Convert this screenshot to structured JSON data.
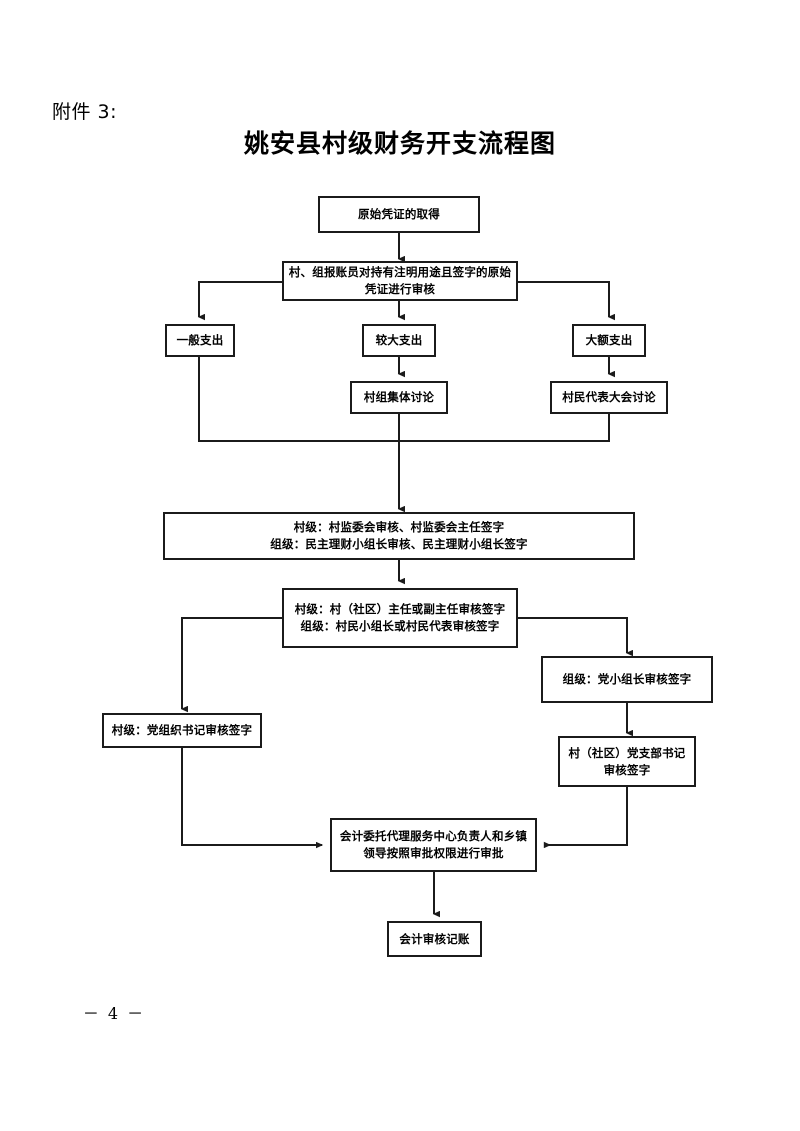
{
  "document": {
    "attachment_label": "附件 3:",
    "title": "姚安县村级财务开支流程图",
    "page_number": "－ 4 －"
  },
  "flowchart": {
    "nodes": {
      "origin_voucher": "原始凭证的取得",
      "reviewer_check": "村、组报账员对持有注明用途且签字的原始\n凭证进行审核",
      "general_expense": "一般支出",
      "large_expense": "较大支出",
      "big_amount_expense": "大额支出",
      "village_group_discussion": "村组集体讨论",
      "villager_congress_discussion": "村民代表大会讨论",
      "supervision_review": "村级：村监委会审核、村监委会主任签字\n组级：民主理财小组长审核、民主理财小组长签字",
      "director_review": "村级：村（社区）主任或副主任审核签字\n组级：村民小组长或村民代表审核签字",
      "party_group_leader": "组级：党小组长审核签字",
      "party_secretary_village": "村（社区）党支部书记\n审核签字",
      "party_org_secretary": "村级：党组织书记审核签字",
      "accounting_center_approval": "会计委托代理服务中心负责人和乡镇\n领导按照审批权限进行审批",
      "accounting_record": "会计审核记账"
    },
    "colors": {
      "line": "#1b1b1b",
      "box_fill": "#ffffff",
      "text": "#000000"
    }
  }
}
